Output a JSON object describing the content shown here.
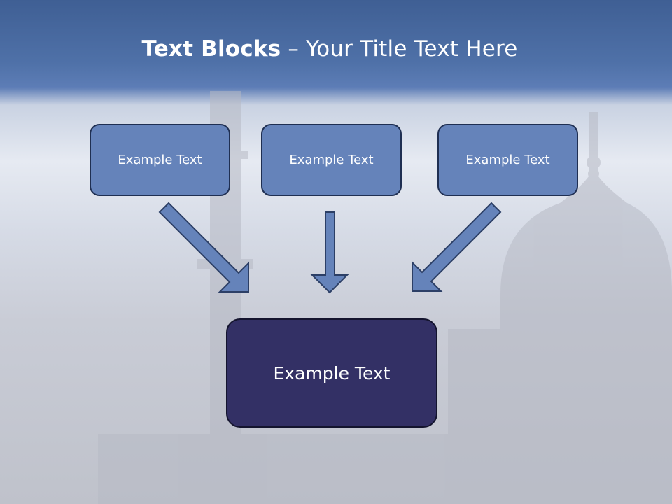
{
  "title": {
    "bold": "Text Blocks",
    "separator": " – ",
    "rest": "Your Title Text Here"
  },
  "blocks": {
    "top": [
      "Example Text",
      "Example Text",
      "Example Text"
    ],
    "main": "Example Text"
  },
  "colors": {
    "top_box_fill": "#6583ba",
    "main_box_fill": "#333065",
    "arrow_fill": "#6583ba",
    "outline": "#1f2f52"
  }
}
